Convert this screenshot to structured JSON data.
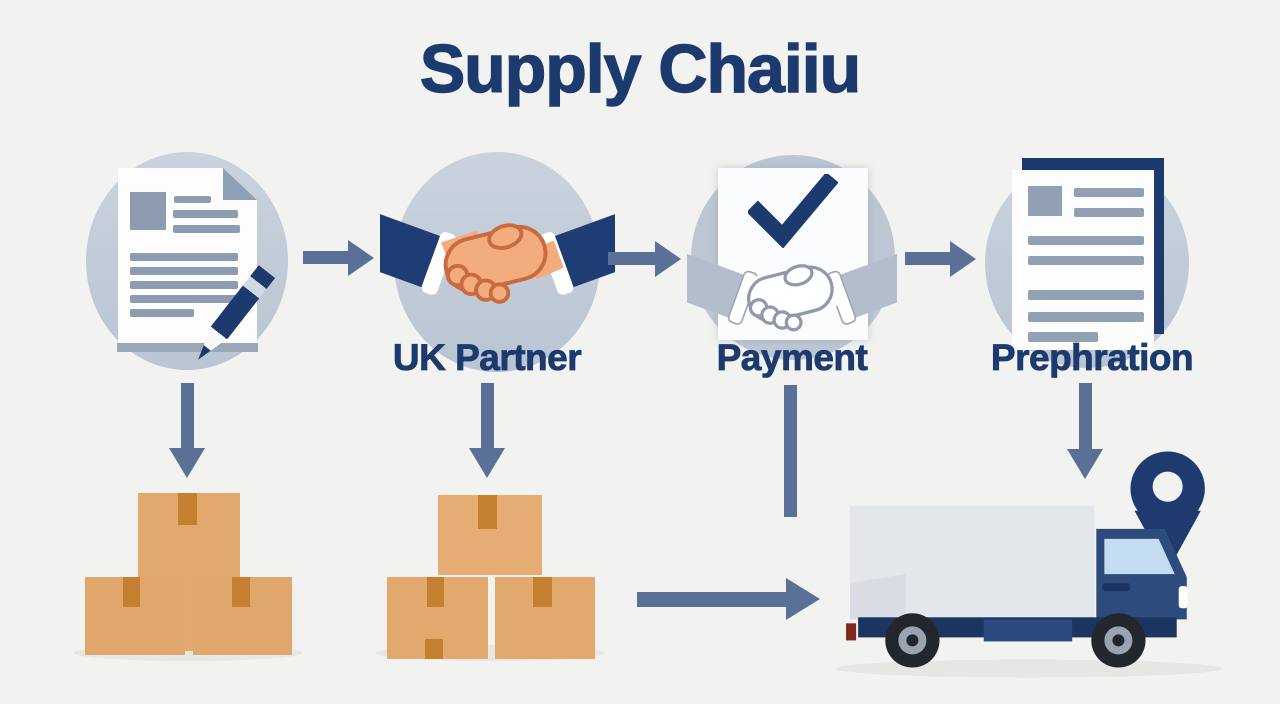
{
  "title": "Supply Chaiiu",
  "steps": [
    {
      "id": "contract",
      "label": "",
      "icon": "document-pencil-icon"
    },
    {
      "id": "uk_partner",
      "label": "UK Partner",
      "icon": "handshake-icon"
    },
    {
      "id": "payment",
      "label": "Payment",
      "icon": "handshake-check-icon"
    },
    {
      "id": "preparation",
      "label": "Prephration",
      "icon": "document-icon"
    }
  ],
  "bottom_items": [
    {
      "id": "boxes_left",
      "icon": "cardboard-boxes-icon"
    },
    {
      "id": "boxes_right",
      "icon": "cardboard-boxes-icon"
    },
    {
      "id": "delivery",
      "icon": "truck-location-pin-icon"
    }
  ],
  "colors": {
    "background": "#f2f2f0",
    "heading_navy": "#1d3a6e",
    "arrow_slate": "#5a7096",
    "circle_bg": "#c3cdd9",
    "box_tan": "#e2a96f",
    "box_tape": "#c5802f",
    "hand_skin": "#f3ac7e",
    "hand_outline": "#c96b3f",
    "truck_cab_navy": "#2e4b7d",
    "truck_chassis_navy": "#1c3560",
    "truck_cargo_gray": "#e3e6eb",
    "pin_navy": "#1e3a6e"
  }
}
